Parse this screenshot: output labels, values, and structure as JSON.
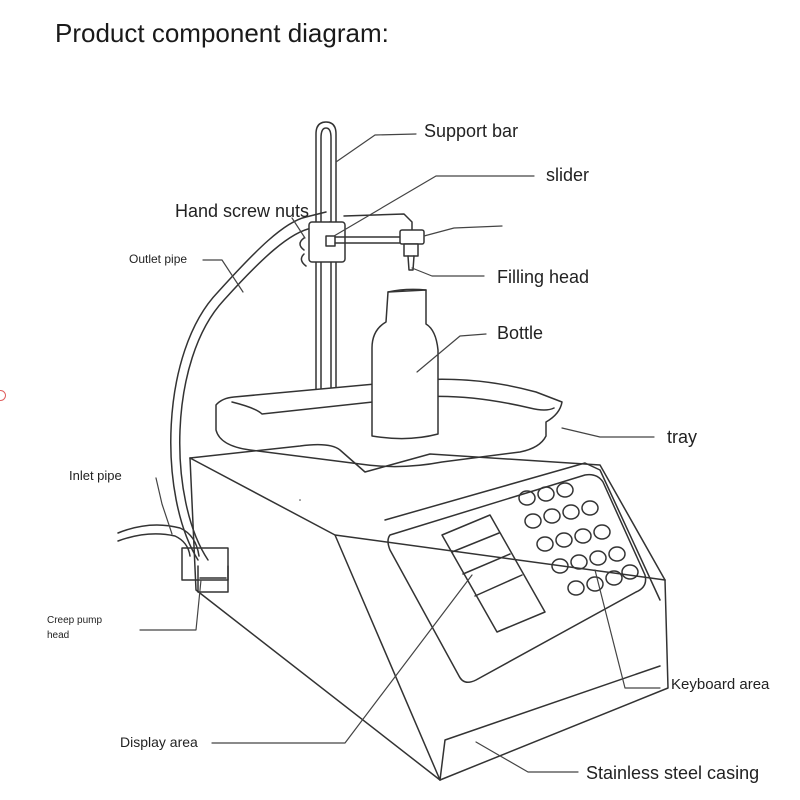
{
  "title": "Product component diagram:",
  "labels": {
    "support_bar": "Support bar",
    "slider": "slider",
    "hand_screw_nuts": "Hand screw nuts",
    "outlet_pipe": "Outlet pipe",
    "filling_head": "Filling head",
    "bottle": "Bottle",
    "tray": "tray",
    "inlet_pipe": "Inlet pipe",
    "creep_pump_head_line1": "Creep pump",
    "creep_pump_head_line2": "head",
    "keyboard_area": "Keyboard area",
    "display_area": "Display area",
    "stainless_steel_casing": "Stainless steel casing"
  },
  "colors": {
    "line": "#333333",
    "accent_mark": "#e06060"
  }
}
